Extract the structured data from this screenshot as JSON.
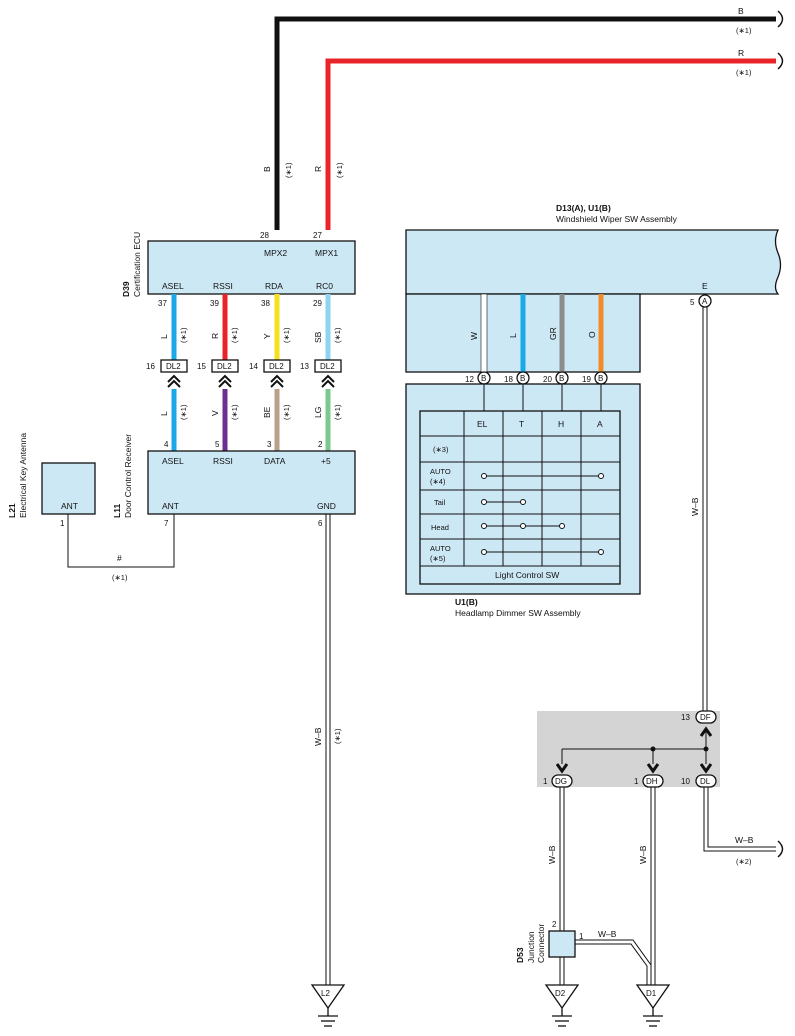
{
  "colors": {
    "box_fill": "#cde8f5",
    "wire_b": "#111111",
    "wire_r": "#e8242a",
    "wire_l": "#1aa9e6",
    "wire_y": "#f5e01e",
    "wire_sb": "#8fd3f2",
    "wire_v": "#6b2f92",
    "wire_be": "#b8a089",
    "wire_lg": "#7cc98f",
    "wire_w": "#ffffff",
    "wire_gr": "#8c8c8c",
    "wire_o": "#f28c28",
    "junction_bg": "#d4d4d4"
  },
  "top_wires": {
    "b": {
      "color": "B",
      "note": "(∗1)"
    },
    "r": {
      "color": "R",
      "note": "(∗1)"
    }
  },
  "d39": {
    "id": "D39",
    "name": "Certification ECU",
    "pins_top": [
      {
        "num": "28",
        "name": "MPX2",
        "wire": "B",
        "note": "(∗1)"
      },
      {
        "num": "27",
        "name": "MPX1",
        "wire": "R",
        "note": "(∗1)"
      }
    ],
    "pins_bottom": [
      {
        "num": "37",
        "name": "ASEL",
        "wire": "L",
        "note": "(∗1)"
      },
      {
        "num": "39",
        "name": "RSSI",
        "wire": "R",
        "note": "(∗1)"
      },
      {
        "num": "38",
        "name": "RDA",
        "wire": "Y",
        "note": "(∗1)"
      },
      {
        "num": "29",
        "name": "RC0",
        "wire": "SB",
        "note": "(∗1)"
      }
    ]
  },
  "dl2_connectors": [
    {
      "num": "16",
      "label": "DL2"
    },
    {
      "num": "15",
      "label": "DL2"
    },
    {
      "num": "14",
      "label": "DL2"
    },
    {
      "num": "13",
      "label": "DL2"
    }
  ],
  "l11": {
    "id": "L11",
    "name": "Door Control Receiver",
    "pins_top": [
      {
        "num": "4",
        "name": "ASEL",
        "wire": "L",
        "note": "(∗1)"
      },
      {
        "num": "5",
        "name": "RSSI",
        "wire": "V",
        "note": "(∗1)"
      },
      {
        "num": "3",
        "name": "DATA",
        "wire": "BE",
        "note": "(∗1)"
      },
      {
        "num": "2",
        "name": "+5",
        "wire": "LG",
        "note": "(∗1)"
      }
    ],
    "pin_ant": {
      "num": "7",
      "name": "ANT"
    },
    "pin_gnd": {
      "num": "6",
      "name": "GND",
      "wire": "W–B",
      "note": "(∗1)"
    }
  },
  "l21": {
    "id": "L21",
    "name": "Electrical Key Antenna",
    "pin": {
      "num": "1",
      "name": "ANT"
    },
    "link_mark": "#",
    "link_note": "(∗1)"
  },
  "d13": {
    "id": "D13(A), U1(B)",
    "name": "Windshield Wiper SW Assembly",
    "pin_e": {
      "num": "5",
      "conn": "A",
      "name": "E",
      "wire": "W–B"
    },
    "wires": [
      {
        "wire": "W",
        "num": "12",
        "conn": "B"
      },
      {
        "wire": "L",
        "num": "18",
        "conn": "B"
      },
      {
        "wire": "GR",
        "num": "20",
        "conn": "B"
      },
      {
        "wire": "O",
        "num": "19",
        "conn": "B"
      }
    ]
  },
  "u1": {
    "id": "U1(B)",
    "name": "Headlamp Dimmer SW Assembly",
    "switch_title": "Light Control SW",
    "columns": [
      "EL",
      "T",
      "H",
      "A"
    ],
    "rows": [
      "(∗3)",
      "AUTO\n(∗4)",
      "Tail",
      "Head",
      "AUTO\n(∗5)"
    ]
  },
  "junction": {
    "in": {
      "num": "13",
      "label": "DF"
    },
    "outs": [
      {
        "num": "1",
        "label": "DG",
        "wire": "W–B"
      },
      {
        "num": "1",
        "label": "DH",
        "wire": "W–B"
      },
      {
        "num": "10",
        "label": "DL",
        "wire": "W–B",
        "note": "(∗2)"
      }
    ]
  },
  "d53": {
    "id": "D53",
    "name": "Junction Connector",
    "pin2": "2",
    "pin1": "1",
    "wire": "W–B"
  },
  "grounds": [
    {
      "label": "L2"
    },
    {
      "label": "D2"
    },
    {
      "label": "D1"
    }
  ]
}
